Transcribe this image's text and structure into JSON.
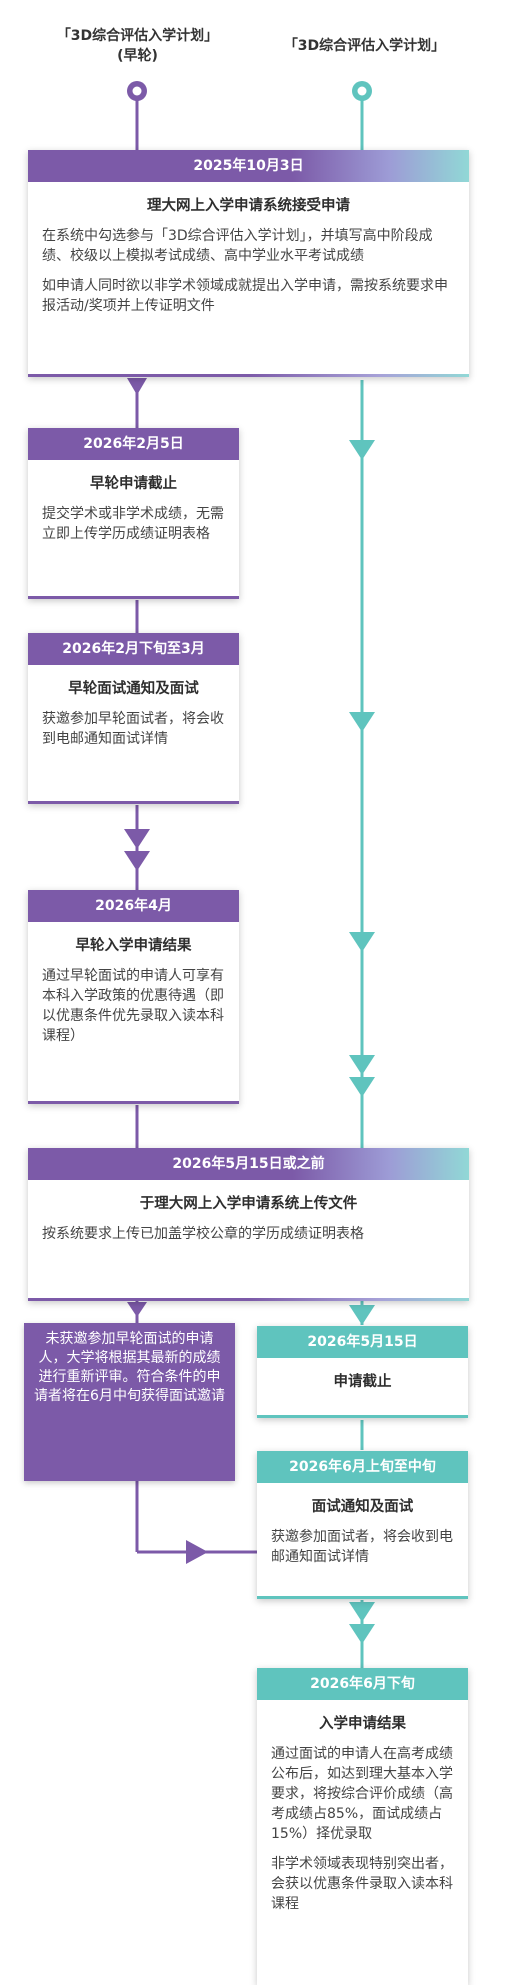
{
  "columns": {
    "left_header": "「3D综合评估入学计划」\n(早轮)",
    "right_header": "「3D综合评估入学计划」"
  },
  "colors": {
    "purple": "#7c5aa8",
    "teal": "#5fc4be"
  },
  "steps": {
    "open": {
      "date": "2025年10月3日",
      "title": "理大网上入学申请系统接受申请",
      "body": [
        "在系统中勾选参与「3D综合评估入学计划」，并填写高中阶段成绩、校级以上模拟考试成绩、高中学业水平考试成绩",
        "如申请人同时欲以非学术领域成就提出入学申请，需按系统要求申报活动/奖项并上传证明文件"
      ]
    },
    "early_deadline": {
      "date": "2026年2月5日",
      "title": "早轮申请截止",
      "body": [
        "提交学术或非学术成绩，无需立即上传学历成绩证明表格"
      ]
    },
    "early_interview": {
      "date": "2026年2月下旬至3月",
      "title": "早轮面试通知及面试",
      "body": [
        "获邀参加早轮面试者，将会收到电邮通知面试详情"
      ]
    },
    "early_result": {
      "date": "2026年4月",
      "title": "早轮入学申请结果",
      "body": [
        "通过早轮面试的申请人可享有本科入学政策的优惠待遇（即以优惠条件优先录取入读本科课程）"
      ]
    },
    "upload": {
      "date": "2026年5月15日或之前",
      "title": "于理大网上入学申请系统上传文件",
      "body": [
        "按系统要求上传已加盖学校公章的学历成绩证明表格"
      ]
    },
    "deadline": {
      "date": "2026年5月15日",
      "title": "申请截止"
    },
    "interview": {
      "date": "2026年6月上旬至中旬",
      "title": "面试通知及面试",
      "body": [
        "获邀参加面试者，将会收到电邮通知面试详情"
      ]
    },
    "result": {
      "date": "2026年6月下旬",
      "title": "入学申请结果",
      "body": [
        "通过面试的申请人在高考成绩公布后，如达到理大基本入学要求，将按综合评价成绩（高考成绩占85%，面试成绩占15%）择优录取",
        "非学术领域表现特别突出者，会获以优惠条件录取入读本科课程"
      ]
    }
  },
  "side_note": "未获邀参加早轮面试的申请人，大学将根据其最新的成绩进行重新评审。符合条件的申请者将在6月中旬获得面试邀请"
}
